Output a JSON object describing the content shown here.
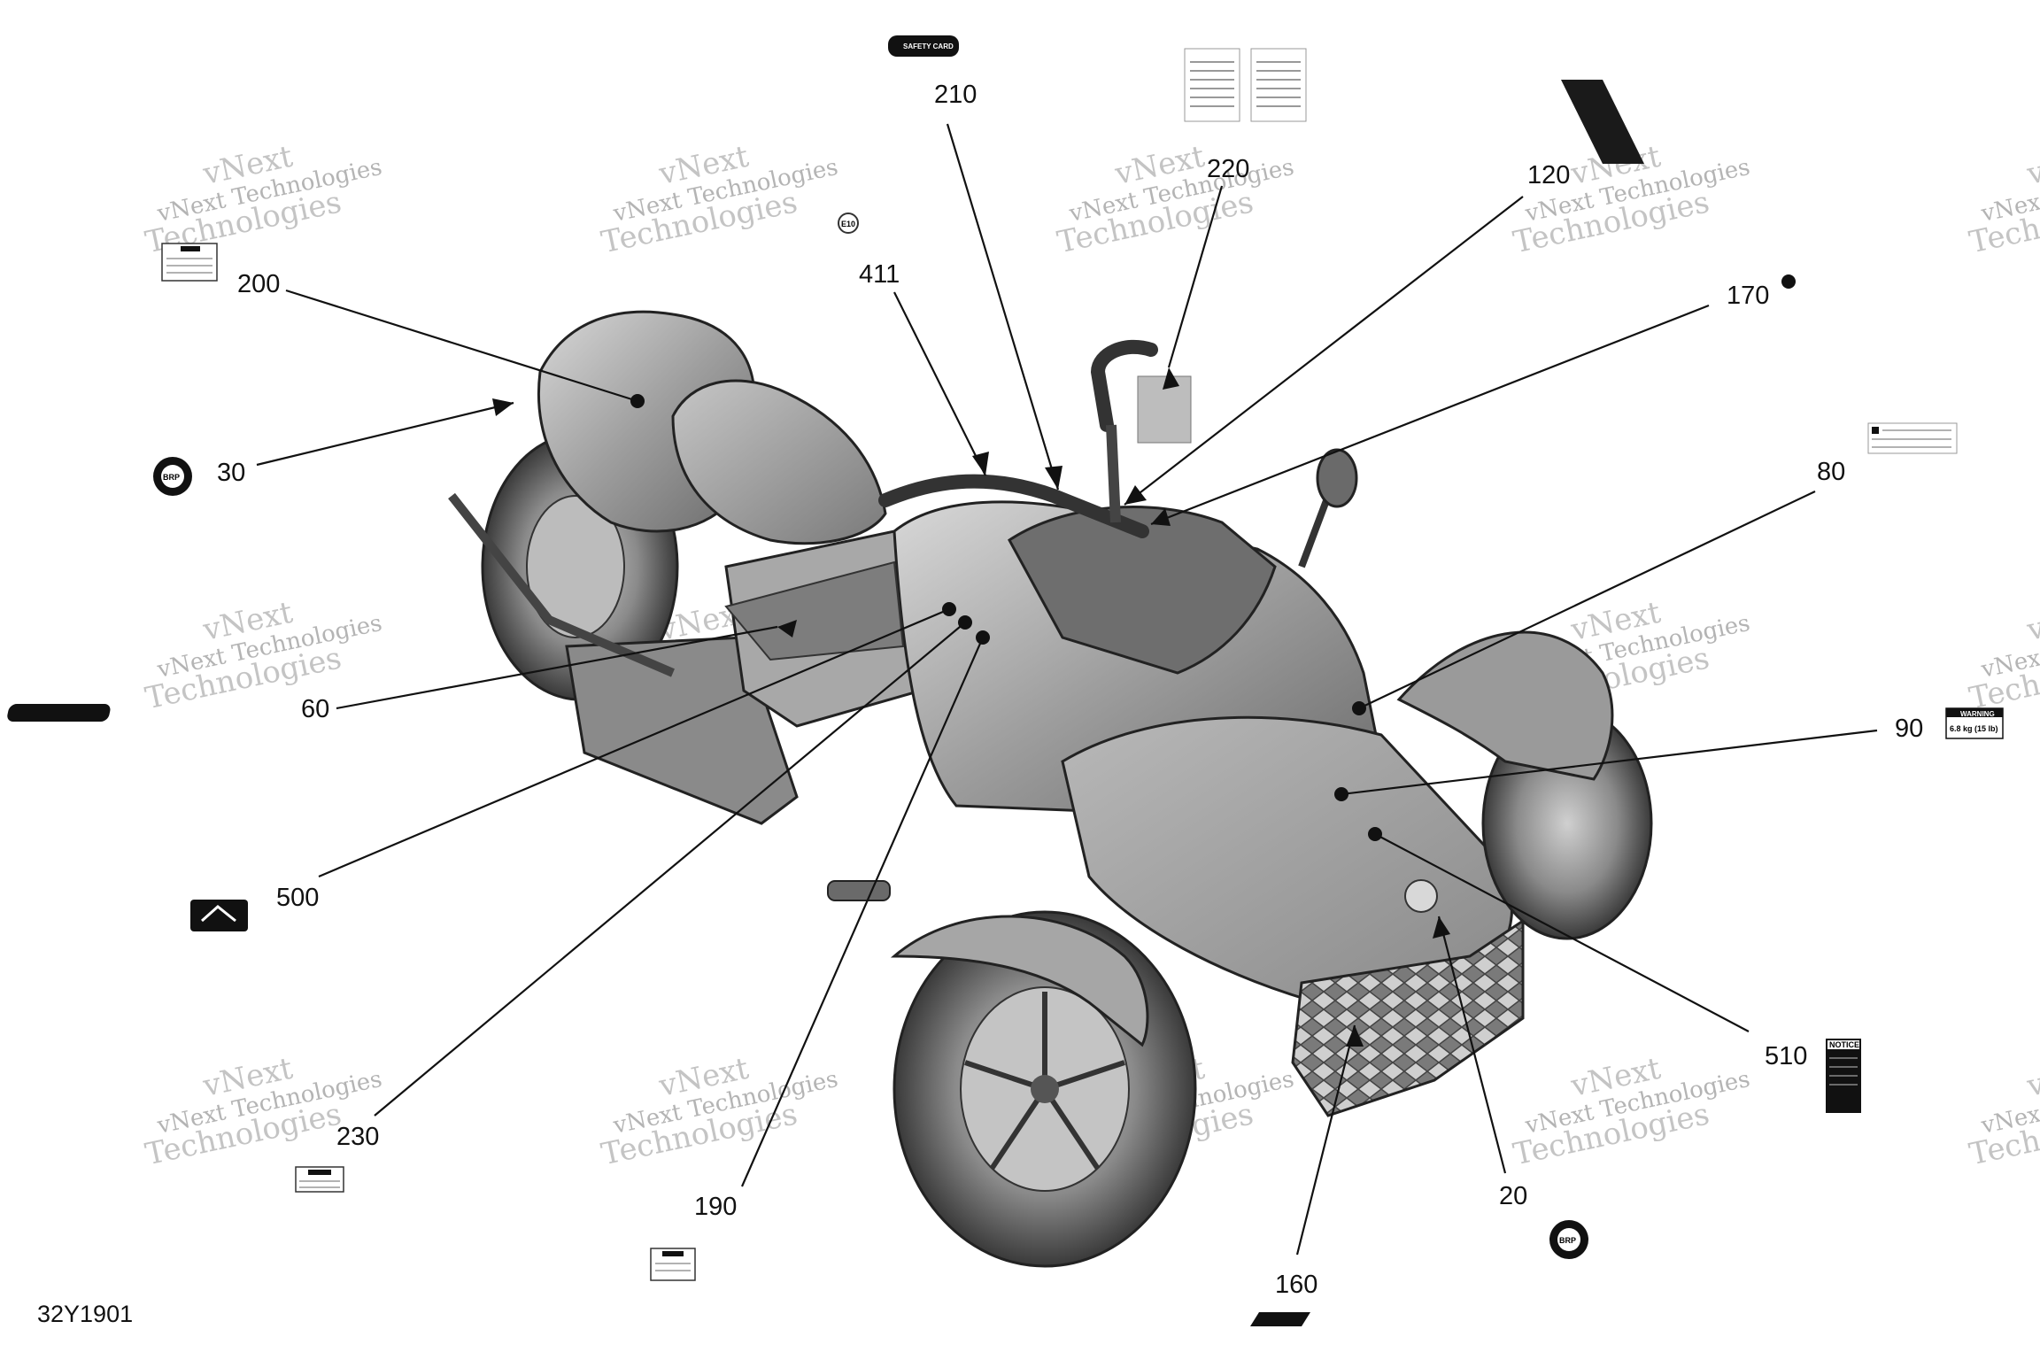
{
  "diagram": {
    "code": "32Y1901",
    "watermark_line1": "vNext Technologies",
    "watermark_line2": "vNext",
    "watermark_line3": "Technologies",
    "callouts": [
      "210",
      "220",
      "120",
      "411",
      "170",
      "200",
      "30",
      "80",
      "60",
      "90",
      "500",
      "510",
      "230",
      "20",
      "190",
      "160"
    ],
    "labels": {
      "safety_card": "SAFETY CARD",
      "e10": "E10",
      "brp": "BRP",
      "warning": "WARNING",
      "notice": "NOTICE",
      "weight": "6.8 kg (15 lb)"
    }
  }
}
